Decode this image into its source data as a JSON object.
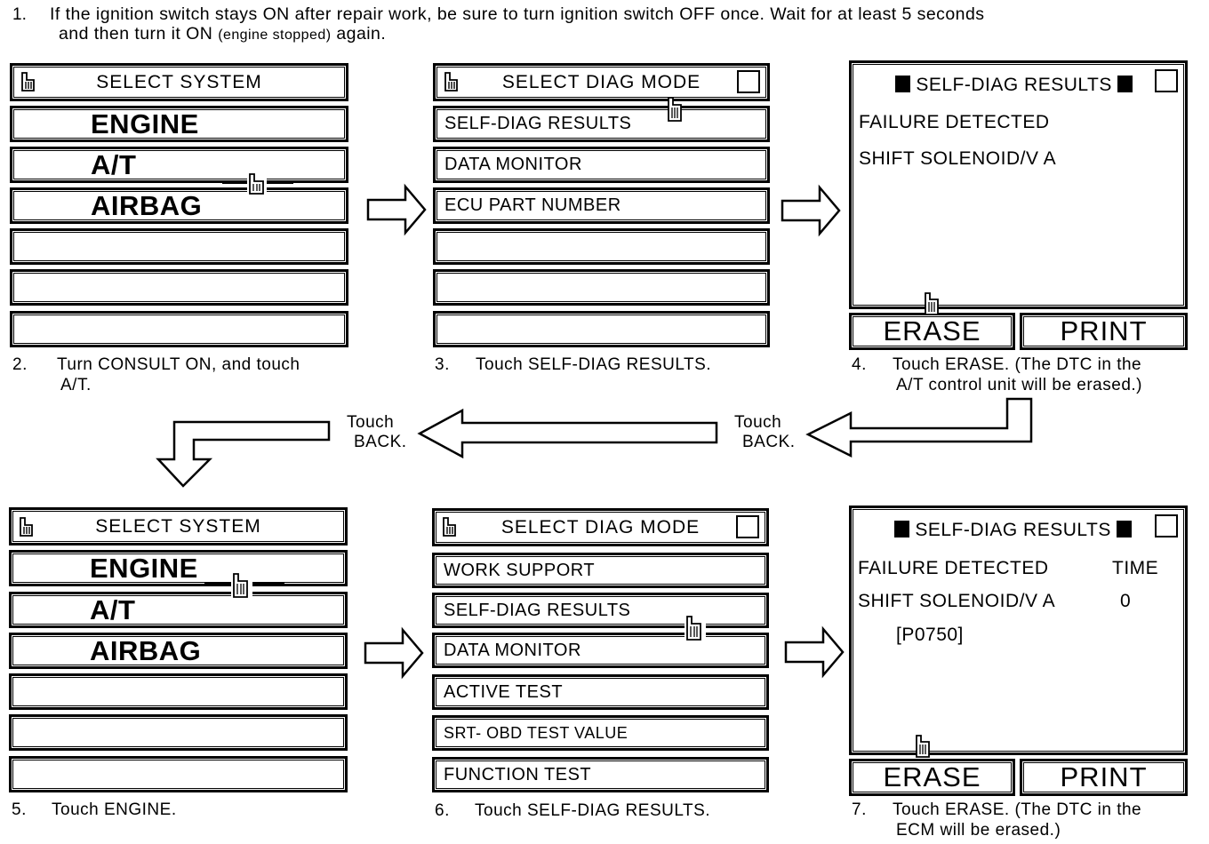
{
  "intro": {
    "num": "1.",
    "line1": "If the ignition switch stays ON after repair work, be sure to turn ignition switch OFF once. Wait for at least 5 seconds",
    "line2a": "and then turn it ON",
    "line2b": "(engine stopped)",
    "line2c": "again."
  },
  "step2": {
    "header": "SELECT SYSTEM",
    "items": [
      "ENGINE",
      "A/T",
      "AIRBAG",
      "",
      "",
      ""
    ],
    "num": "2.",
    "caption1": "Turn CONSULT ON, and touch",
    "caption2": "A/T."
  },
  "step3": {
    "header": "SELECT DIAG MODE",
    "items": [
      "SELF-DIAG RESULTS",
      "DATA MONITOR",
      "ECU PART NUMBER",
      "",
      "",
      ""
    ],
    "num": "3.",
    "caption1": "Touch SELF-DIAG RESULTS."
  },
  "step4": {
    "header": "SELF-DIAG RESULTS",
    "line1": "FAILURE DETECTED",
    "line2": "SHIFT SOLENOID/V A",
    "erase": "ERASE",
    "print": "PRINT",
    "num": "4.",
    "caption1": "Touch ERASE. (The DTC in the",
    "caption2": "A/T control unit will be erased.)"
  },
  "back": {
    "right_label1": "Touch",
    "right_label2": "BACK.",
    "left_label1": "Touch",
    "left_label2": "BACK."
  },
  "step5": {
    "header": "SELECT SYSTEM",
    "items": [
      "ENGINE",
      "A/T",
      "AIRBAG",
      "",
      "",
      ""
    ],
    "num": "5.",
    "caption1": "Touch ENGINE."
  },
  "step6": {
    "header": "SELECT DIAG MODE",
    "items": [
      "WORK SUPPORT",
      "SELF-DIAG RESULTS",
      "DATA MONITOR",
      "ACTIVE TEST",
      "SRT- OBD TEST VALUE",
      "FUNCTION TEST"
    ],
    "num": "6.",
    "caption1": "Touch SELF-DIAG RESULTS."
  },
  "step7": {
    "header": "SELF-DIAG RESULTS",
    "col1": "FAILURE DETECTED",
    "col2": "TIME",
    "line2": "SHIFT SOLENOID/V A",
    "time_val": "0",
    "code": "[P0750]",
    "erase": "ERASE",
    "print": "PRINT",
    "num": "7.",
    "caption1": "Touch ERASE. (The DTC in the",
    "caption2": "ECM will be erased.)"
  }
}
